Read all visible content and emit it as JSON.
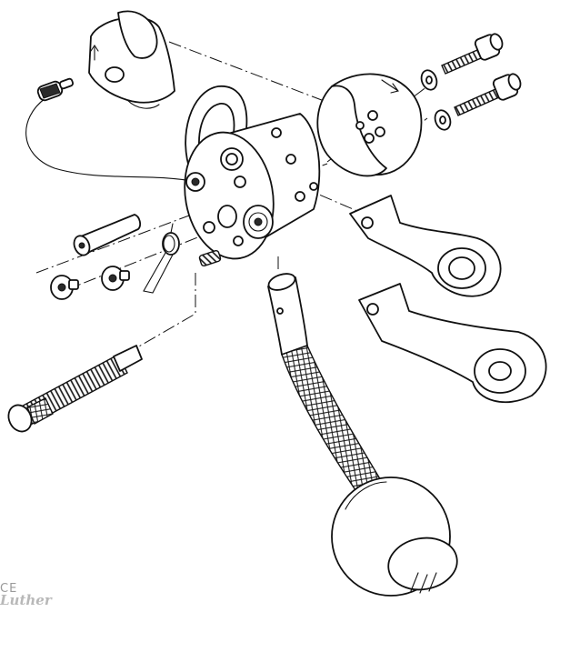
{
  "figure": {
    "kind": "exploded-assembly-drawing",
    "background_color": "#ffffff",
    "line_color": "#111111",
    "parts": [
      "upper-guard",
      "detent-plunger",
      "tether-wire",
      "mounting-eye-loop",
      "central-pivot-hub",
      "spherical-head",
      "socket-head-bolt-upper",
      "socket-head-bolt-lower",
      "washer-upper",
      "washer-lower",
      "connecting-link-upper",
      "connecting-link-lower",
      "axle-pin",
      "torsion-spring",
      "button-head-screw-left",
      "button-head-screw-right",
      "set-screw",
      "threaded-adjuster-rod",
      "knurled-handle-lever",
      "ball-knob"
    ]
  },
  "watermark": {
    "mark": "CE",
    "word": "Luther"
  }
}
